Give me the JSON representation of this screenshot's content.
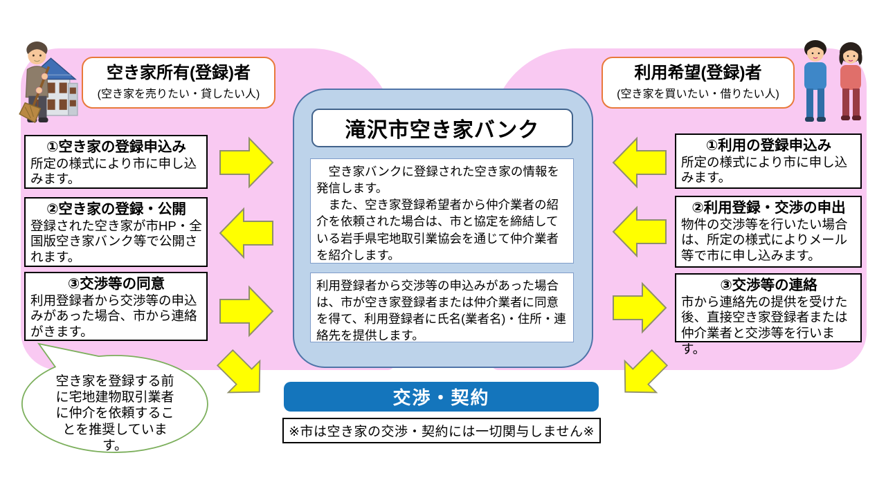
{
  "diagram_title": "滝沢市空き家バンク",
  "left_panel": {
    "header": {
      "title": "空き家所有(登録)者",
      "subtitle": "(空き家を売りたい・貸したい人)"
    },
    "steps": [
      {
        "title": "①空き家の登録申込み",
        "body": "所定の様式により市に申し込みます。"
      },
      {
        "title": "②空き家の登録・公開",
        "body": "登録された空き家が市HP・全国版空き家バンク等で公開されます。"
      },
      {
        "title": "③交渉等の同意",
        "body": "利用登録者から交渉等の申込みがあった場合、市から連絡がきます。"
      }
    ],
    "callout": "空き家を登録する前に宅地建物取引業者に仲介を依頼することを推奨しています。"
  },
  "right_panel": {
    "header": {
      "title": "利用希望(登録)者",
      "subtitle": "(空き家を買いたい・借りたい人)"
    },
    "steps": [
      {
        "title": "①利用の登録申込み",
        "body": "所定の様式により市に申し込みます。"
      },
      {
        "title": "②利用登録・交渉の申出",
        "body": "物件の交渉等を行いたい場合は、所定の様式によりメール等で市に申し込みます。"
      },
      {
        "title": "③交渉等の連絡",
        "body": "市から連絡先の提供を受けた後、直接空き家登録者または仲介業者と交渉等を行います。"
      }
    ]
  },
  "center": {
    "title": "滝沢市空き家バンク",
    "info1": "　空き家バンクに登録された空き家の情報を発信します。\n　また、空き家登録希望者から仲介業者の紹介を依頼された場合は、市と協定を締結している岩手県宅地取引業協会を通じて仲介業者を紹介します。",
    "info2": "利用登録者から交渉等の申込みがあった場合は、市が空き家登録者または仲介業者に同意を得て、利用登録者に氏名(業者名)・住所・連絡先を提供します。"
  },
  "bottom": {
    "contract_label": "交渉・契約",
    "disclaimer": "※市は空き家の交渉・契約には一切関与しません※"
  },
  "icons": {
    "owner_illustration": "man-with-broom-and-house",
    "user_illustration": "man-and-woman-couple"
  },
  "colors": {
    "panel_pink": "#f9c9f2",
    "center_fill": "#bdd3ea",
    "center_border": "#4f74a8",
    "header_border": "#e8793a",
    "arrow_fill": "#ffff00",
    "arrow_stroke": "#8f8f6c",
    "contract_blue": "#1475bc",
    "callout_green": "#7caf5c"
  }
}
